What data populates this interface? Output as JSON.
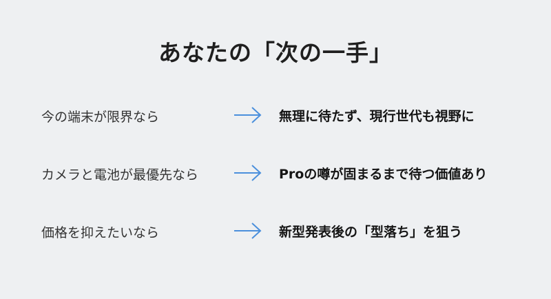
{
  "title": "あなたの「次の一手」",
  "rows": [
    {
      "condition": "今の端末が限界なら",
      "action": "無理に待たず、現行世代も視野に"
    },
    {
      "condition": "カメラと電池が最優先なら",
      "action": "Proの噂が固まるまで待つ価値あり"
    },
    {
      "condition": "価格を抑えたいなら",
      "action": "新型発表後の「型落ち」を狙う"
    }
  ],
  "colors": {
    "arrow": "#4a8fdc",
    "background": "#eef0f2"
  },
  "icons": {
    "arrow": "arrow-right-icon"
  }
}
